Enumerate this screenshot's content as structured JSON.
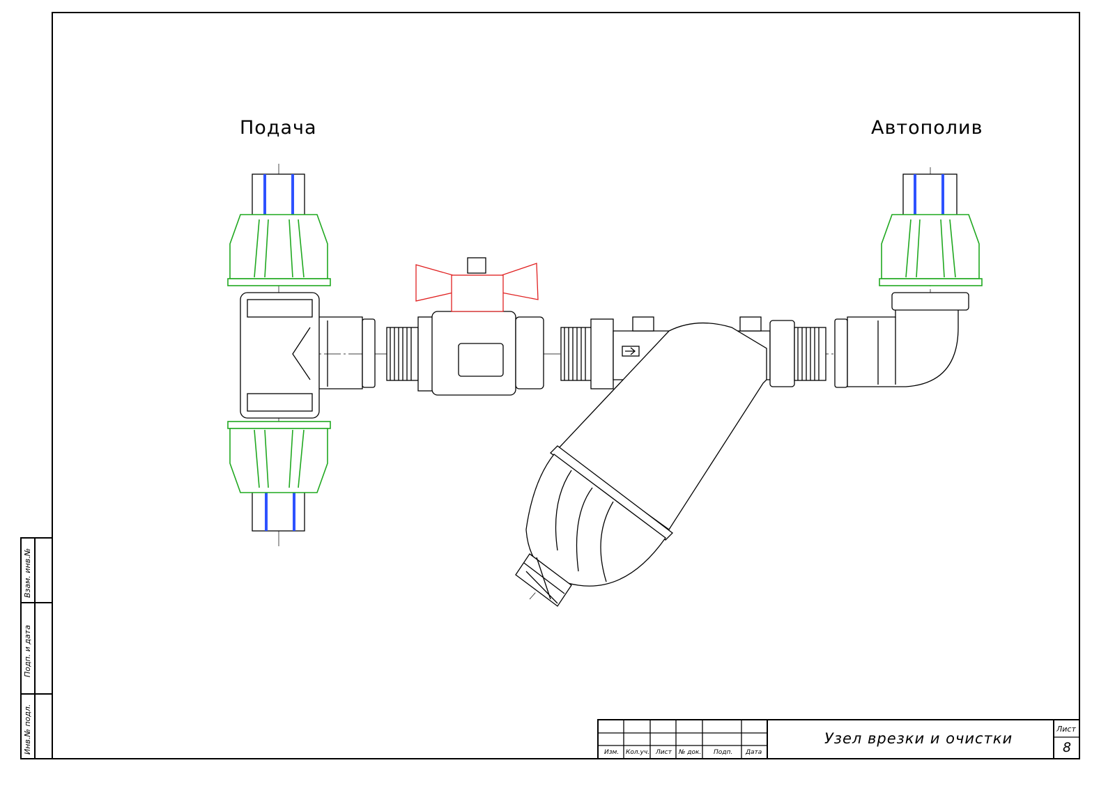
{
  "labels": {
    "supply": "Подача",
    "output": "Автополив"
  },
  "title_block": {
    "title": "Узел врезки и очистки",
    "sheet_label": "Лист",
    "sheet_number": "8",
    "columns": [
      "Изм.",
      "Кол.уч.",
      "Лист",
      "№ док.",
      "Подп.",
      "Дата"
    ]
  },
  "side_strip": [
    "Взам. инв.№",
    "Подп. и дата",
    "Инв.№ подл."
  ],
  "colors": {
    "coupling": "#1fa81f",
    "handle": "#e02020",
    "pipe_stripe": "#2e52ff"
  }
}
